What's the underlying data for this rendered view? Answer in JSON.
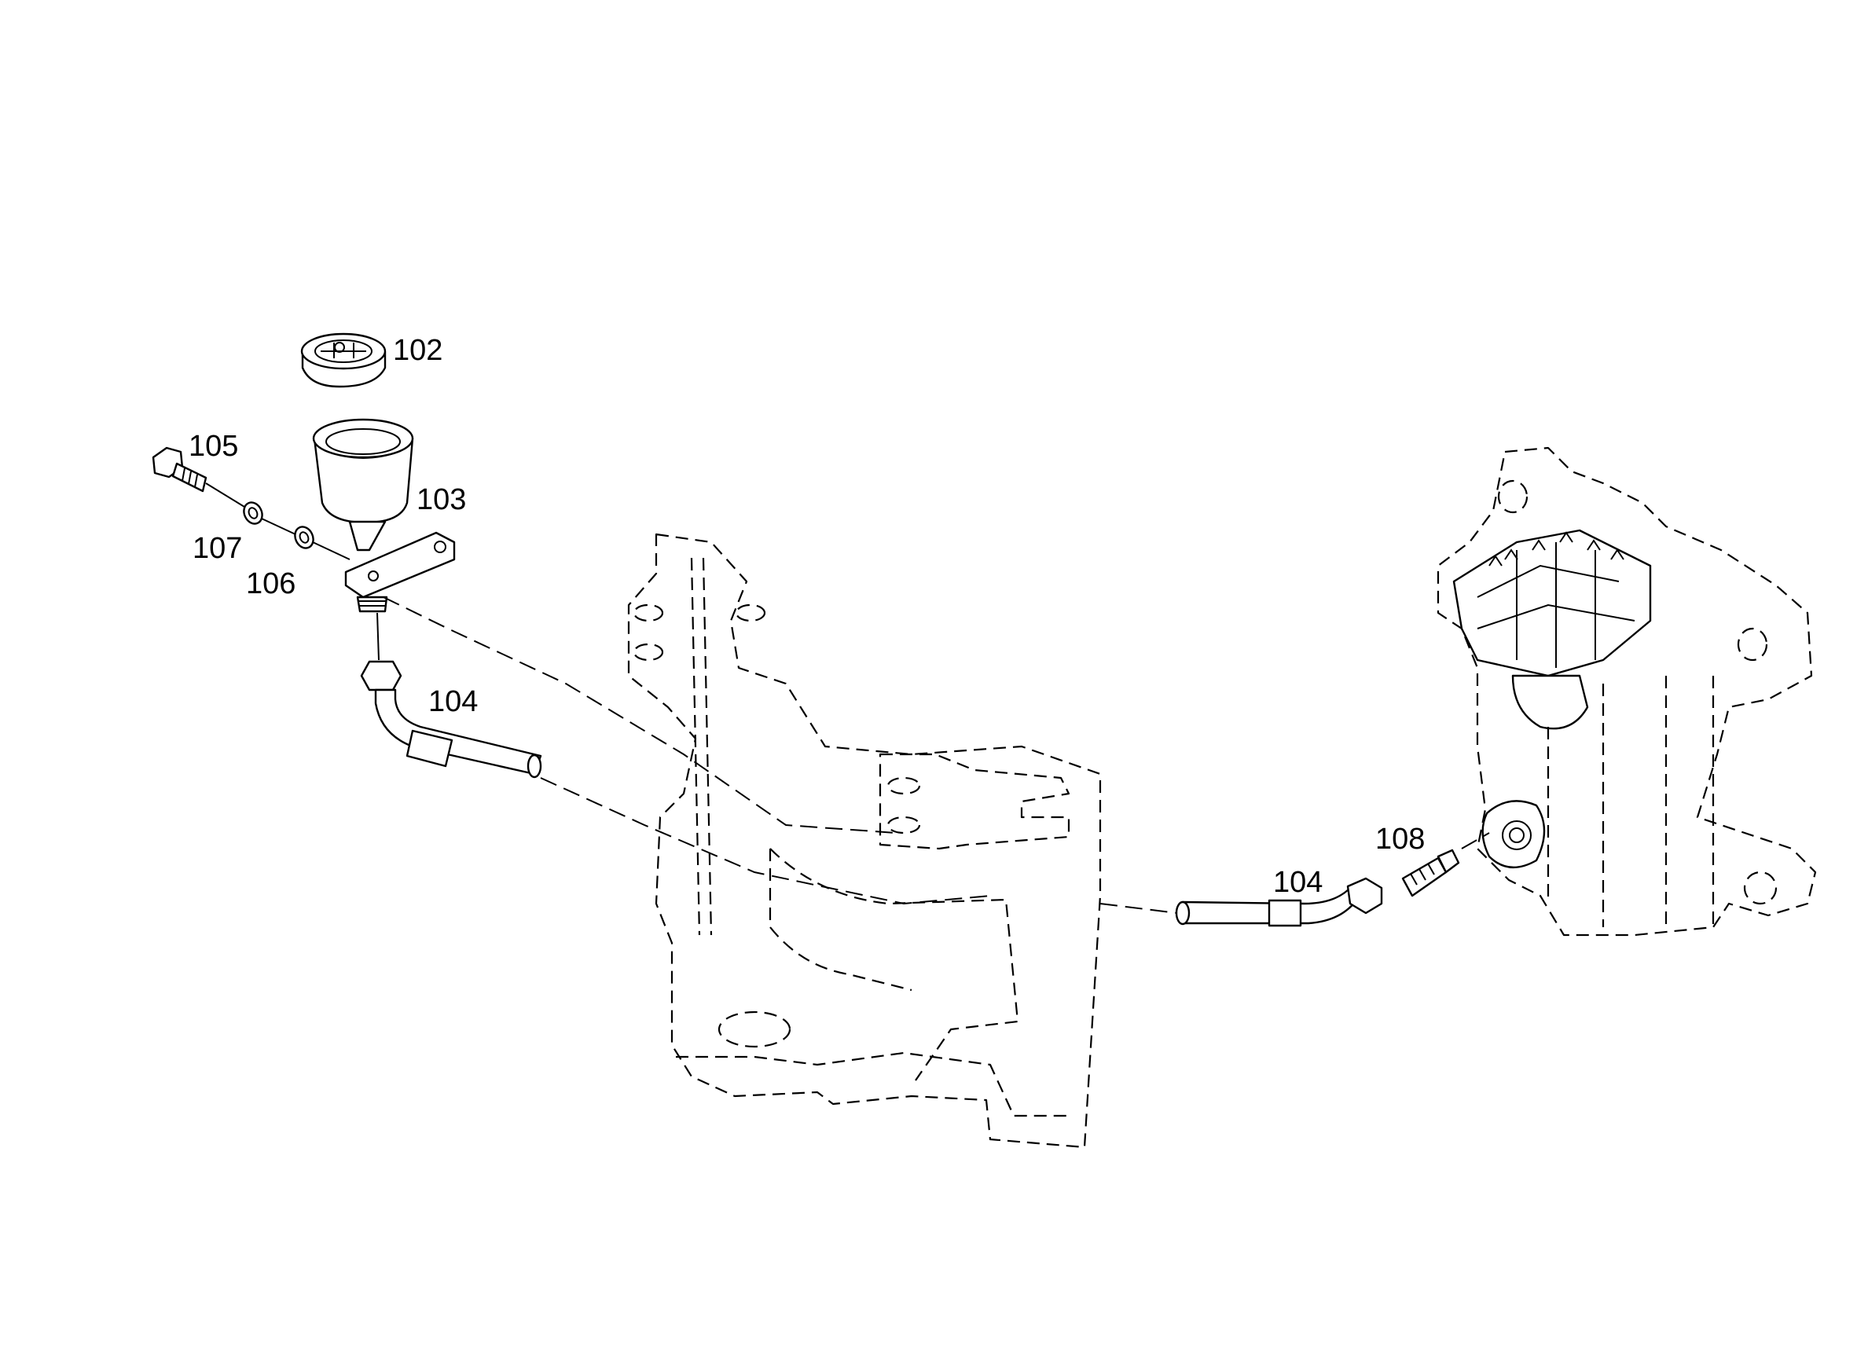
{
  "callouts": {
    "c102": "102",
    "c103": "103",
    "c104_left": "104",
    "c104_right": "104",
    "c105": "105",
    "c106": "106",
    "c107": "107",
    "c108": "108"
  }
}
